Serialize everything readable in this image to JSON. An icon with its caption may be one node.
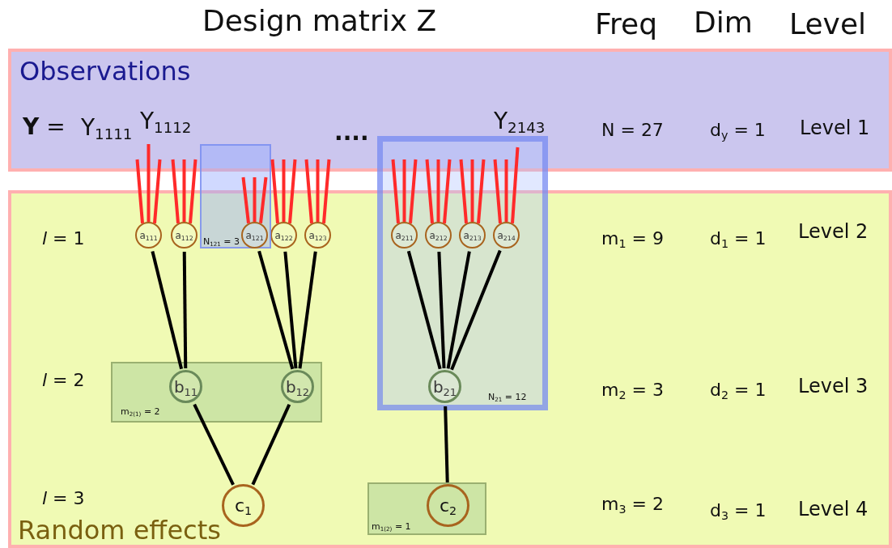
{
  "diagram": {
    "nodes": [
      {
        "text": [
          "Observations"
        ]
      },
      {
        "text": [
          "Random effects"
        ]
      },
      {
        "text": [
          "a$_{111}$"
        ],
        "in": 1
      },
      {
        "text": [
          "a$_{112}$"
        ],
        "in": 1
      },
      {
        "text": [
          "N$_{121}$ = 3"
        ]
      },
      {
        "text": [
          "a$_{121}$"
        ]
      },
      {
        "text": [
          "a$_{122}$"
        ],
        "in": 1
      },
      {
        "text": [
          "a$_{123}$"
        ],
        "in": 1
      },
      {
        "text": [
          "N$_{21}$ = 12"
        ]
      },
      {
        "text": [
          "a$_{211}$"
        ],
        "in": 8
      },
      {
        "text": [
          "a$_{212}$"
        ],
        "in": 8
      },
      {
        "text": [
          "a$_{213}$"
        ],
        "in": 8
      },
      {
        "text": [
          "a$_{214}$"
        ],
        "in": 8
      },
      {
        "text": [
          "m$_{2(1)}$ = 2"
        ],
        "in": 1
      },
      {
        "text": [
          "b$_{11}$"
        ],
        "in": 13
      },
      {
        "text": [
          "b$_{12}$"
        ],
        "in": 13
      },
      {
        "text": [
          "b$_{21}$"
        ],
        "in": 8
      },
      {
        "text": [
          "c$_{1}$"
        ],
        "in": 1
      },
      {
        "text": [
          "m$_{1(2)}$ = 1"
        ],
        "in": 1
      },
      {
        "text": [
          "c$_{2}$"
        ],
        "in": 18
      }
    ],
    "edges": [
      {
        "from": 0,
        "to": 2,
        "arrow": "none"
      },
      {
        "from": 0,
        "to": 2,
        "arrow": "none"
      },
      {
        "from": 0,
        "to": 2,
        "arrow": "none"
      },
      {
        "from": 0,
        "to": 3,
        "arrow": "none"
      },
      {
        "from": 0,
        "to": 3,
        "arrow": "none"
      },
      {
        "from": 0,
        "to": 3,
        "arrow": "none"
      },
      {
        "from": 4,
        "to": 5,
        "arrow": "none"
      },
      {
        "from": 4,
        "to": 5,
        "arrow": "none"
      },
      {
        "from": 4,
        "to": 5,
        "arrow": "none"
      },
      {
        "from": 0,
        "to": 6,
        "arrow": "none"
      },
      {
        "from": 0,
        "to": 6,
        "arrow": "none"
      },
      {
        "from": 0,
        "to": 6,
        "arrow": "none"
      },
      {
        "from": 0,
        "to": 7,
        "arrow": "none"
      },
      {
        "from": 0,
        "to": 7,
        "arrow": "none"
      },
      {
        "from": 0,
        "to": 7,
        "arrow": "none"
      },
      {
        "from": 0,
        "to": 9,
        "arrow": "none"
      },
      {
        "from": 0,
        "to": 9,
        "arrow": "none"
      },
      {
        "from": 0,
        "to": 9,
        "arrow": "none"
      },
      {
        "from": 0,
        "to": 10,
        "arrow": "none"
      },
      {
        "from": 0,
        "to": 10,
        "arrow": "none"
      },
      {
        "from": 0,
        "to": 10,
        "arrow": "none"
      },
      {
        "from": 0,
        "to": 11,
        "arrow": "none"
      },
      {
        "from": 0,
        "to": 11,
        "arrow": "none"
      },
      {
        "from": 0,
        "to": 11,
        "arrow": "none"
      },
      {
        "from": 0,
        "to": 12,
        "arrow": "none"
      },
      {
        "from": 0,
        "to": 12,
        "arrow": "none"
      },
      {
        "from": 0,
        "to": 12,
        "arrow": "none"
      },
      {
        "from": 2,
        "to": 14,
        "arrow": "none",
        "color": "#000000"
      },
      {
        "from": 3,
        "to": 14,
        "arrow": "none",
        "color": "#000000"
      },
      {
        "from": 5,
        "to": 15,
        "arrow": "none",
        "color": "#000000"
      },
      {
        "from": 6,
        "to": 15,
        "arrow": "none",
        "color": "#000000"
      },
      {
        "from": 7,
        "to": 15,
        "arrow": "none",
        "color": "#000000"
      },
      {
        "from": 9,
        "to": 16,
        "arrow": "none",
        "color": "#000000"
      },
      {
        "from": 10,
        "to": 16,
        "arrow": "none",
        "color": "#000000"
      },
      {
        "from": 11,
        "to": 16,
        "arrow": "none",
        "color": "#000000"
      },
      {
        "from": 12,
        "to": 16,
        "arrow": "none",
        "color": "#000000"
      },
      {
        "from": 14,
        "to": 17,
        "arrow": "none",
        "color": "#000000"
      },
      {
        "from": 15,
        "to": 17,
        "arrow": "none",
        "color": "#000000"
      },
      {
        "from": 16,
        "to": 19,
        "arrow": "none",
        "color": "#000000"
      }
    ],
    "labels": [
      "Design matrix Z",
      "Freq",
      "Dim",
      "Level",
      "**Y** =",
      "Y$_{1111}$",
      "Y$_{1112}$",
      "....",
      "Y$_{2143}$",
      "N = 27",
      "d$_{y}$ = 1",
      "Level 1",
      "*l* = 1",
      "m$_{1}$ = 9",
      "d$_{1}$ = 1",
      "Level 2",
      "*l* = 2",
      "m$_{2}$ = 3",
      "d$_{2}$ = 1",
      "Level 3",
      "*l* = 3",
      "m$_{3}$ = 2",
      "d$_{3}$ = 1",
      "Level 4"
    ]
  }
}
